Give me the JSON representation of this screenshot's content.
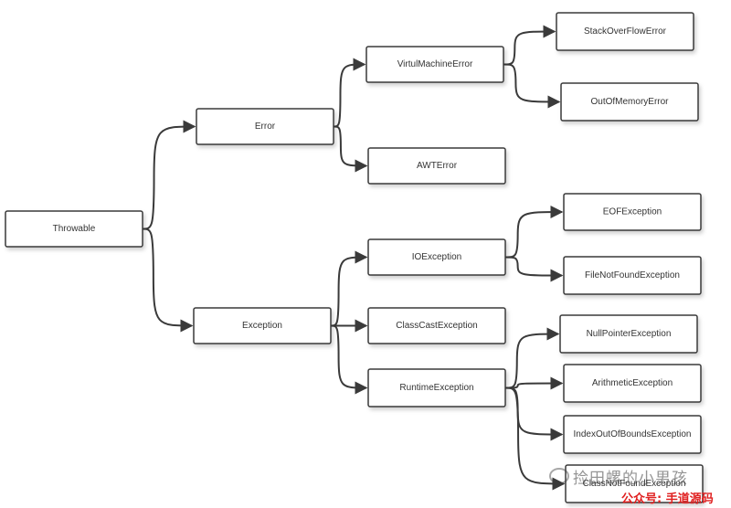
{
  "nodes": [
    {
      "id": "throwable",
      "label": "Throwable"
    },
    {
      "id": "error",
      "label": "Error"
    },
    {
      "id": "exception",
      "label": "Exception"
    },
    {
      "id": "vme",
      "label": "VirtulMachineError"
    },
    {
      "id": "awt",
      "label": "AWTError"
    },
    {
      "id": "soe",
      "label": "StackOverFlowError"
    },
    {
      "id": "oome",
      "label": "OutOfMemoryError"
    },
    {
      "id": "ioe",
      "label": "IOException"
    },
    {
      "id": "cce",
      "label": "ClassCastException"
    },
    {
      "id": "rte",
      "label": "RuntimeException"
    },
    {
      "id": "eof",
      "label": "EOFException"
    },
    {
      "id": "fnf",
      "label": "FileNotFoundException"
    },
    {
      "id": "npe",
      "label": "NullPointerException"
    },
    {
      "id": "ae",
      "label": "ArithmeticException"
    },
    {
      "id": "ioobe",
      "label": "IndexOutOfBoundsException"
    },
    {
      "id": "cnfe",
      "label": "ClassNotFoundException"
    }
  ],
  "edges": [
    [
      "throwable",
      "error"
    ],
    [
      "throwable",
      "exception"
    ],
    [
      "error",
      "vme"
    ],
    [
      "error",
      "awt"
    ],
    [
      "vme",
      "soe"
    ],
    [
      "vme",
      "oome"
    ],
    [
      "exception",
      "ioe"
    ],
    [
      "exception",
      "cce"
    ],
    [
      "exception",
      "rte"
    ],
    [
      "ioe",
      "eof"
    ],
    [
      "ioe",
      "fnf"
    ],
    [
      "rte",
      "npe"
    ],
    [
      "rte",
      "ae"
    ],
    [
      "rte",
      "ioobe"
    ],
    [
      "rte",
      "cnfe"
    ]
  ],
  "watermark": {
    "text": "捡田螺的小男孩",
    "sub": "公众号: 手道源码"
  }
}
